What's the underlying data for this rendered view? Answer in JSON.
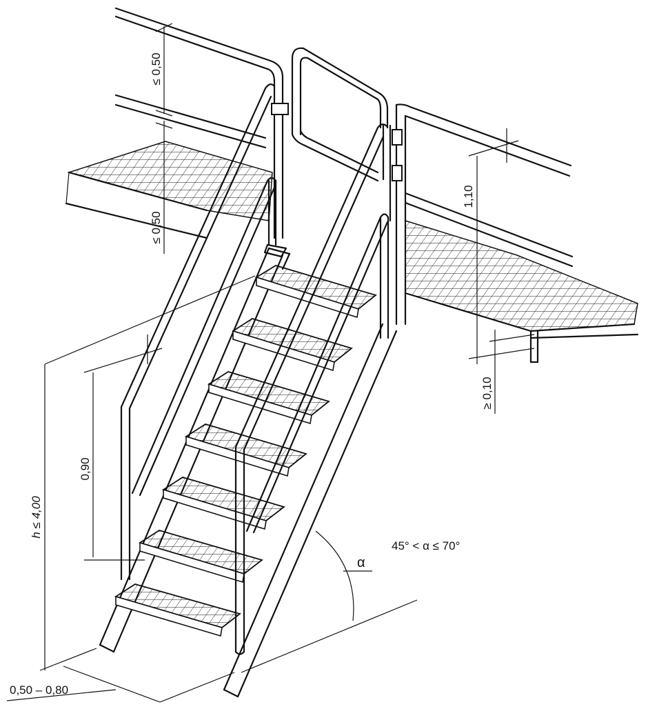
{
  "dimensions": {
    "upper_rail_gap": "≤ 0,50",
    "lower_rail_gap": "≤ 0,50",
    "guardrail_height": "1,10",
    "toe_board": "≥ 0,10",
    "handrail_height": "0,90",
    "stair_height": "h ≤ 4,00",
    "stair_width": "0,50 – 0,80"
  },
  "angle": {
    "symbol": "α",
    "range": "45° < α ≤ 70°"
  }
}
